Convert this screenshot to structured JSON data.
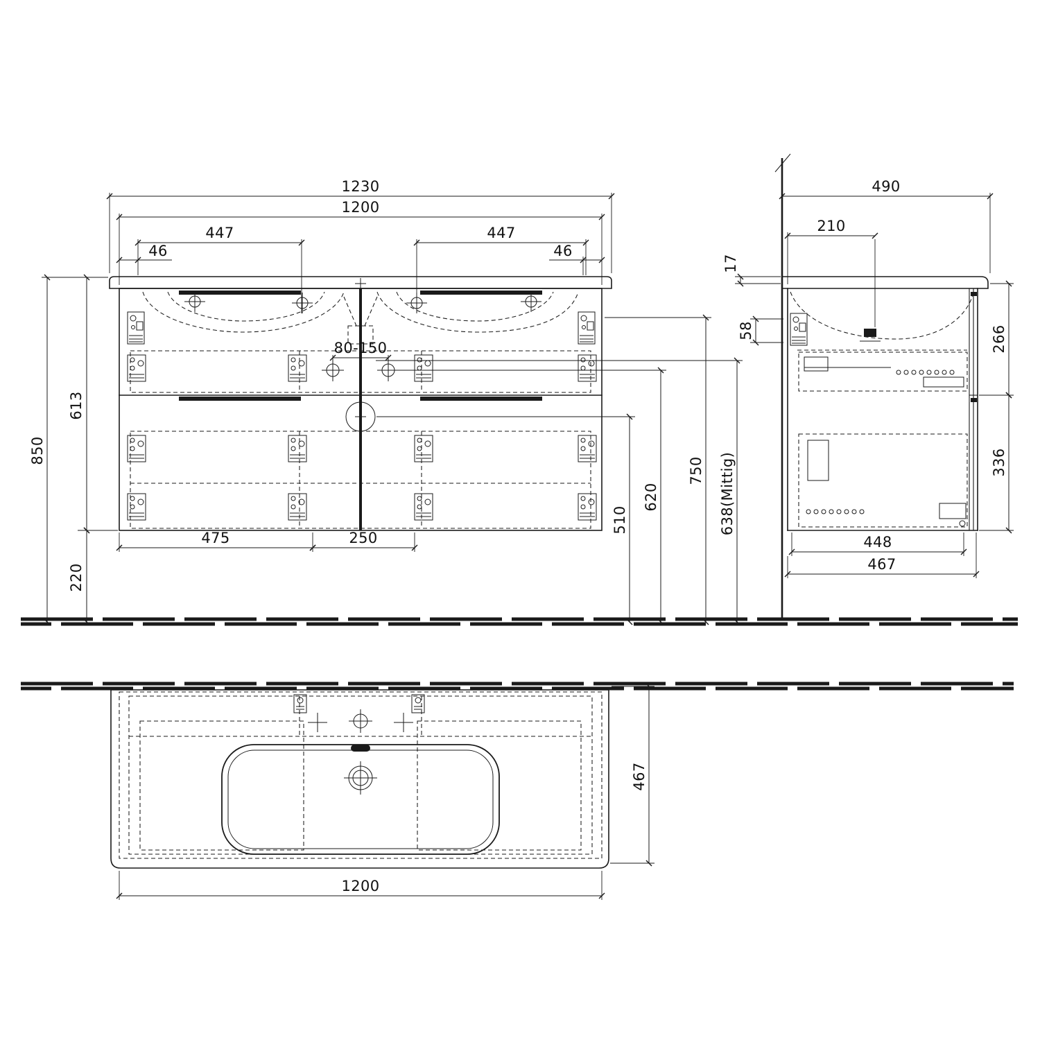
{
  "dims": {
    "front": {
      "total_width": "1230",
      "cabinet_width": "1200",
      "faucet_span_left": "447",
      "faucet_span_right": "447",
      "edge_offset_left": "46",
      "edge_offset_right": "46",
      "drain_spacing": "80-150",
      "cabinet_height": "613",
      "total_height": "850",
      "bottom_clearance": "220",
      "drawer_width": "475",
      "center_width": "250",
      "drain_height": "510",
      "outlet_height": "620",
      "supply_height": "750",
      "trap_height": "638(Mittig)"
    },
    "side": {
      "total_depth": "490",
      "overflow_depth": "210",
      "top_thickness": "17",
      "apron_height": "58",
      "upper_section_height": "266",
      "lower_section_height": "336",
      "cabinet_depth": "448",
      "slab_depth": "467"
    },
    "top": {
      "basin_depth": "467",
      "cabinet_width": "1200"
    }
  }
}
